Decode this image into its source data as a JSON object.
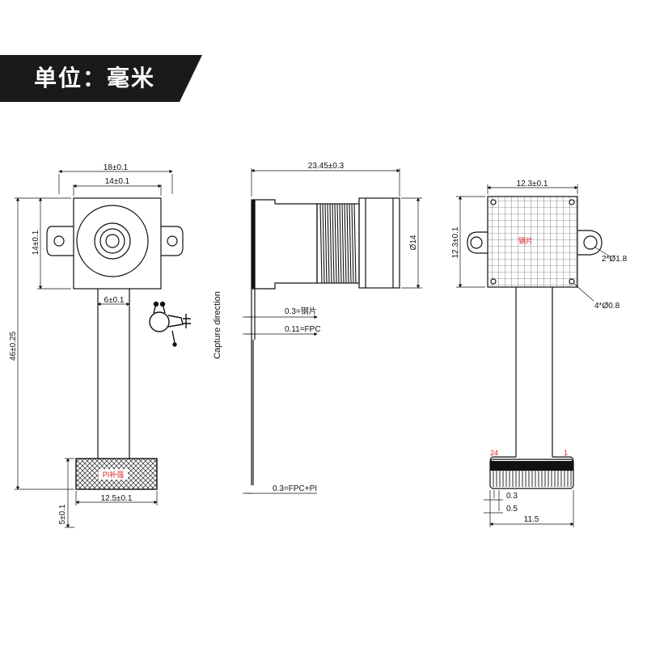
{
  "banner": {
    "title": "单位：毫米"
  },
  "front_view": {
    "width_outer": "18±0.1",
    "width_inner": "14±0.1",
    "height_side": "14±0.1",
    "total_height": "46±0.25",
    "fpc_width": "6±0.1",
    "stiffener_width": "12.5±0.1",
    "stiffener_height": "5±0.1",
    "stiffener_label": "PI补强"
  },
  "side_view": {
    "length": "23.45±0.3",
    "diameter": "Ø14",
    "capture_direction": "Capture direction",
    "copper_thickness": "0.3=钢片",
    "fpc_thickness": "0.11=FPC",
    "bottom_thickness": "0.3=FPC+PI"
  },
  "back_view": {
    "width": "12.3±0.1",
    "height": "12.3±0.1",
    "large_hole": "2*Ø1.8",
    "small_hole": "4*Ø0.8",
    "plate_label": "钢片",
    "pin_24": "24",
    "pin_1": "1",
    "dim_03": "0.3",
    "dim_05": "0.5",
    "dim_115": "11.5"
  },
  "colors": {
    "banner_bg": "#1a1a1a",
    "line": "#111111",
    "accent_red": "#d22222"
  }
}
